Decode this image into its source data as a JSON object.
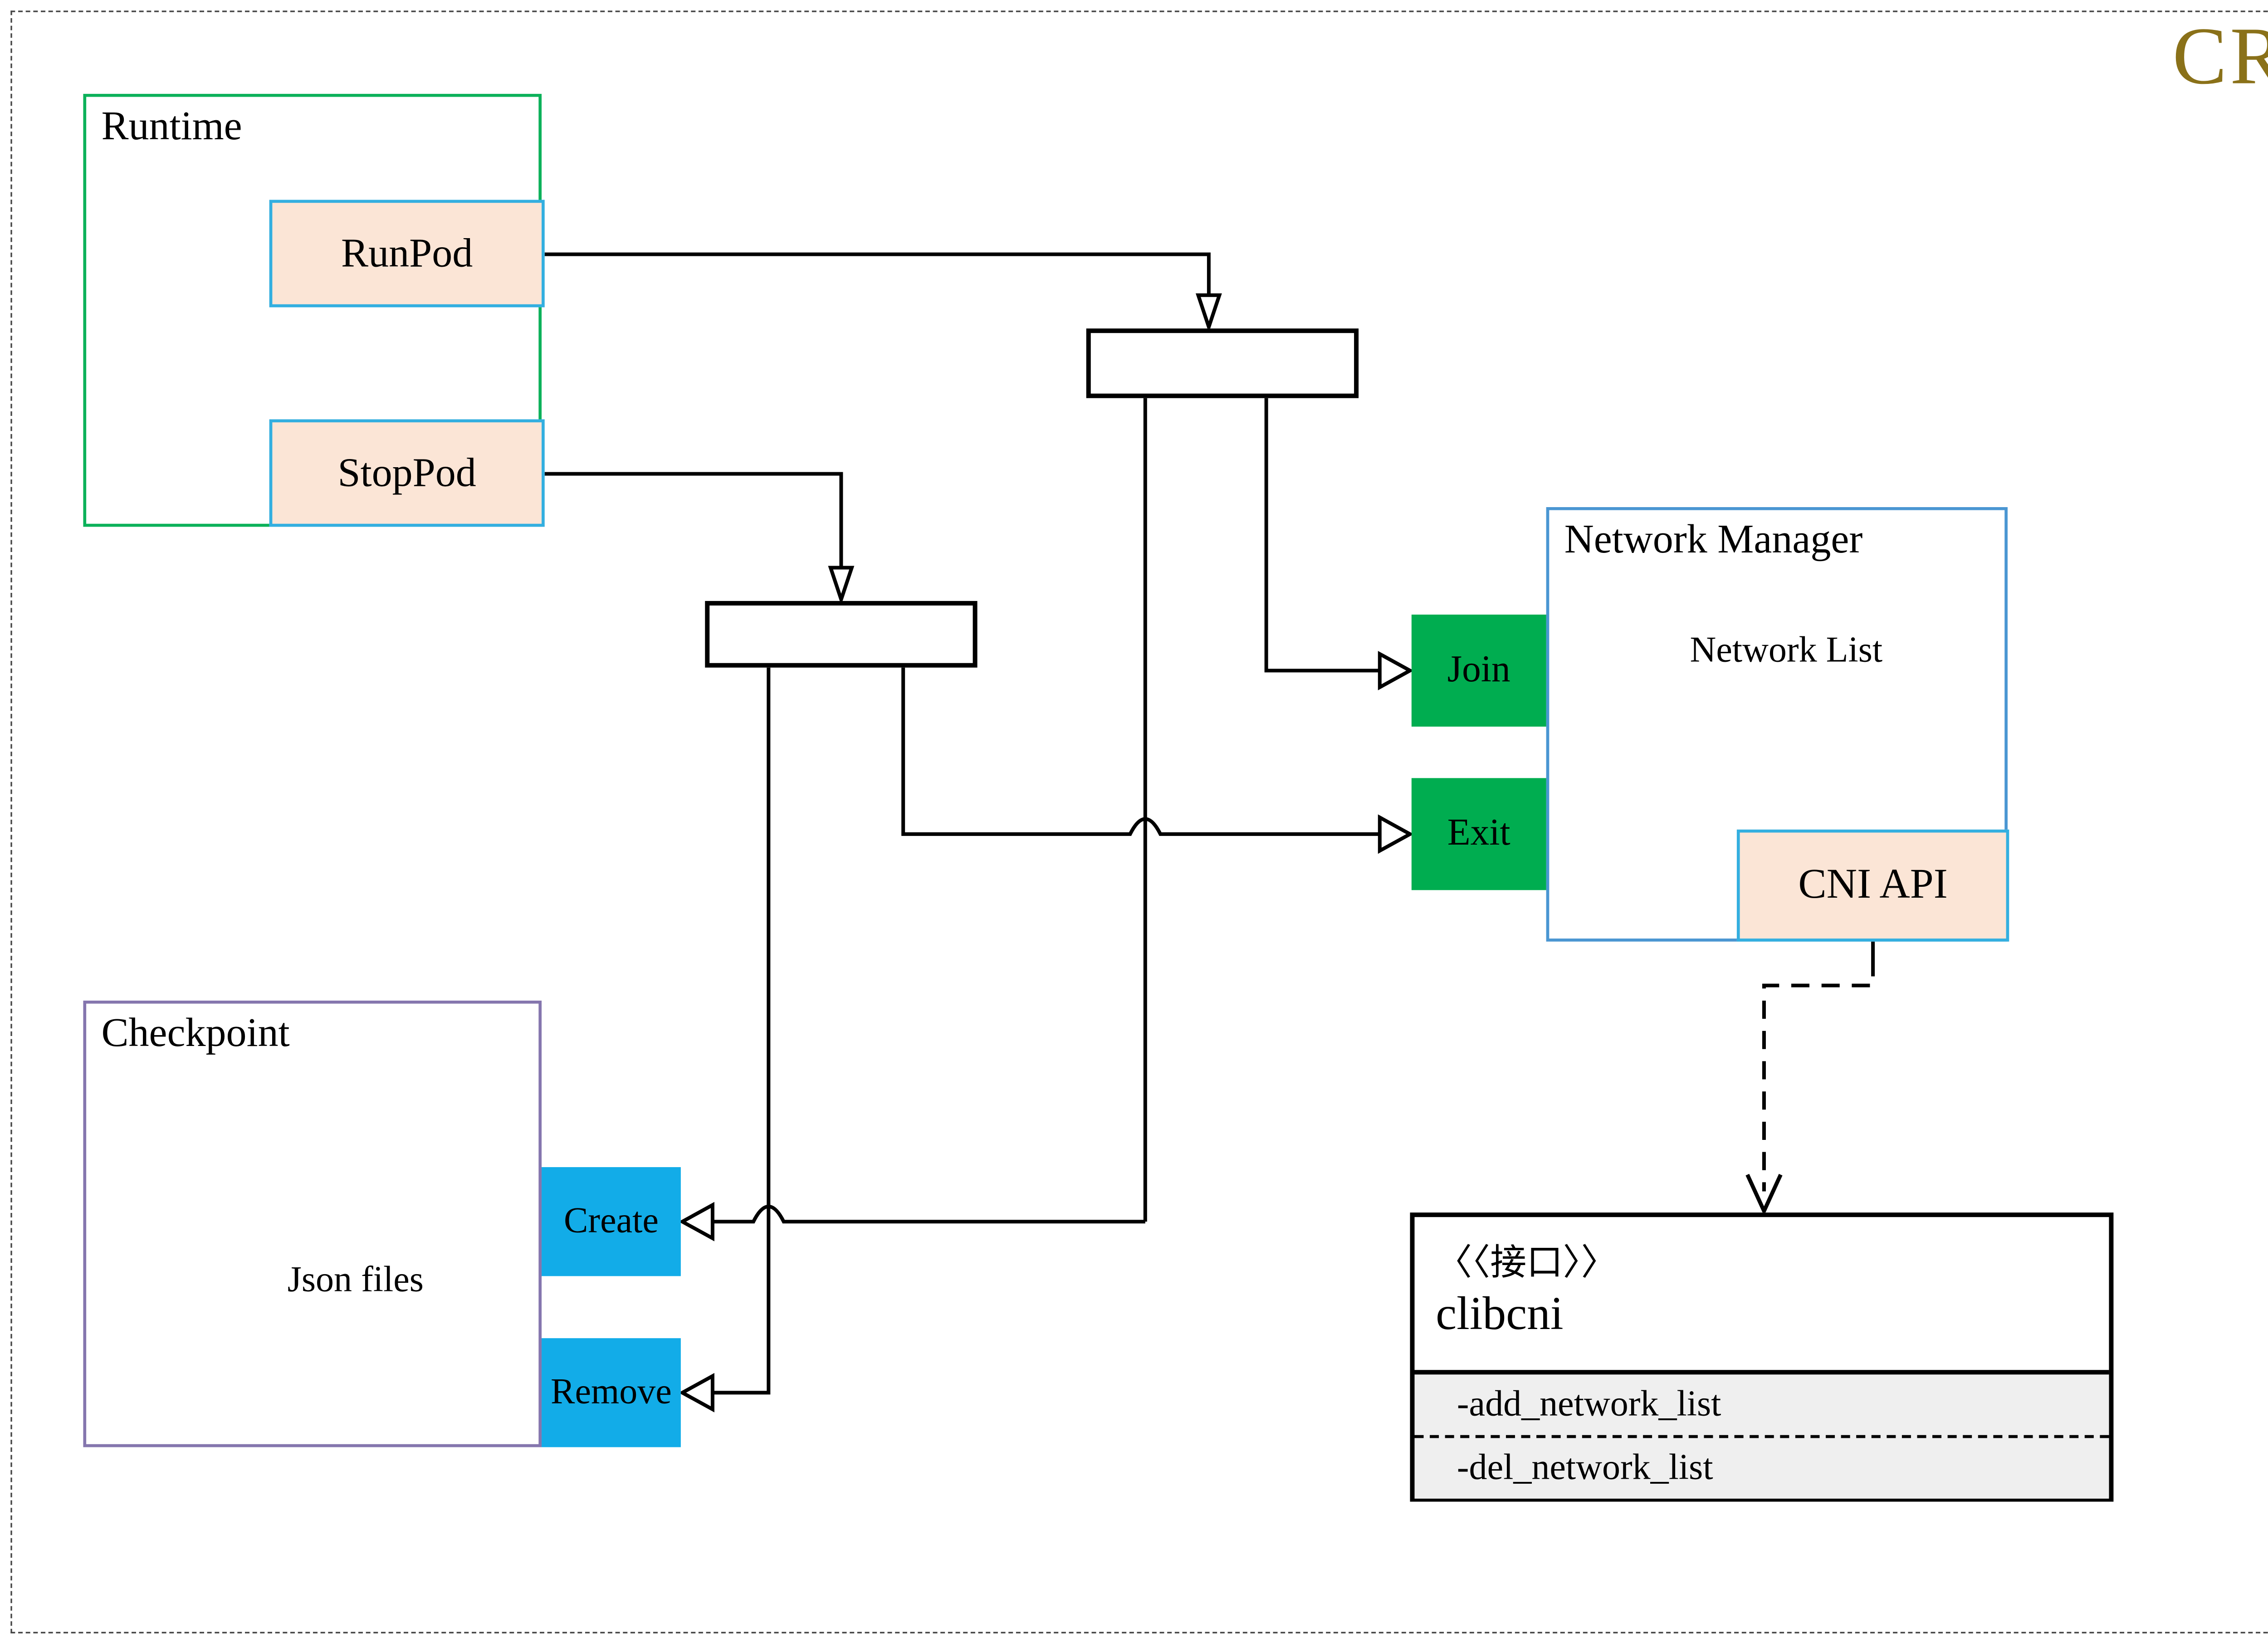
{
  "page": {
    "title": "CRI"
  },
  "nodes": {
    "runtime": {
      "label": "Runtime"
    },
    "runpod": {
      "label": "RunPod"
    },
    "stoppod": {
      "label": "StopPod"
    },
    "network_manager": {
      "label": "Network Manager"
    },
    "network_list": {
      "label": "Network List"
    },
    "join": {
      "label": "Join"
    },
    "exit": {
      "label": "Exit"
    },
    "cni_api": {
      "label": "CNI API"
    },
    "checkpoint": {
      "label": "Checkpoint"
    },
    "json_files": {
      "label": "Json files"
    },
    "create": {
      "label": "Create"
    },
    "remove": {
      "label": "Remove"
    },
    "clibcni": {
      "stereotype": "〈〈接口〉〉",
      "name": "clibcni",
      "methods": [
        "-add_network_list",
        "-del_network_list"
      ]
    }
  },
  "icons": {
    "network_list": "database-cylinder",
    "json_files": "database-cylinder"
  },
  "colors": {
    "title_gold": "#8A7119",
    "runtime_border_green": "#0CB15A",
    "network_manager_border_blue": "#4A96D2",
    "checkpoint_border_purple": "#8576AE",
    "action_fill_peach": "#FBE5D6",
    "action_border_blue": "#33AFE0",
    "join_exit_fill_green": "#00AD50",
    "create_remove_fill_blue": "#12ACE8",
    "clibcni_section_fill_gray": "#EFEFEF",
    "cylinder_stroke_gray": "#666666",
    "connector_black": "#000000"
  }
}
